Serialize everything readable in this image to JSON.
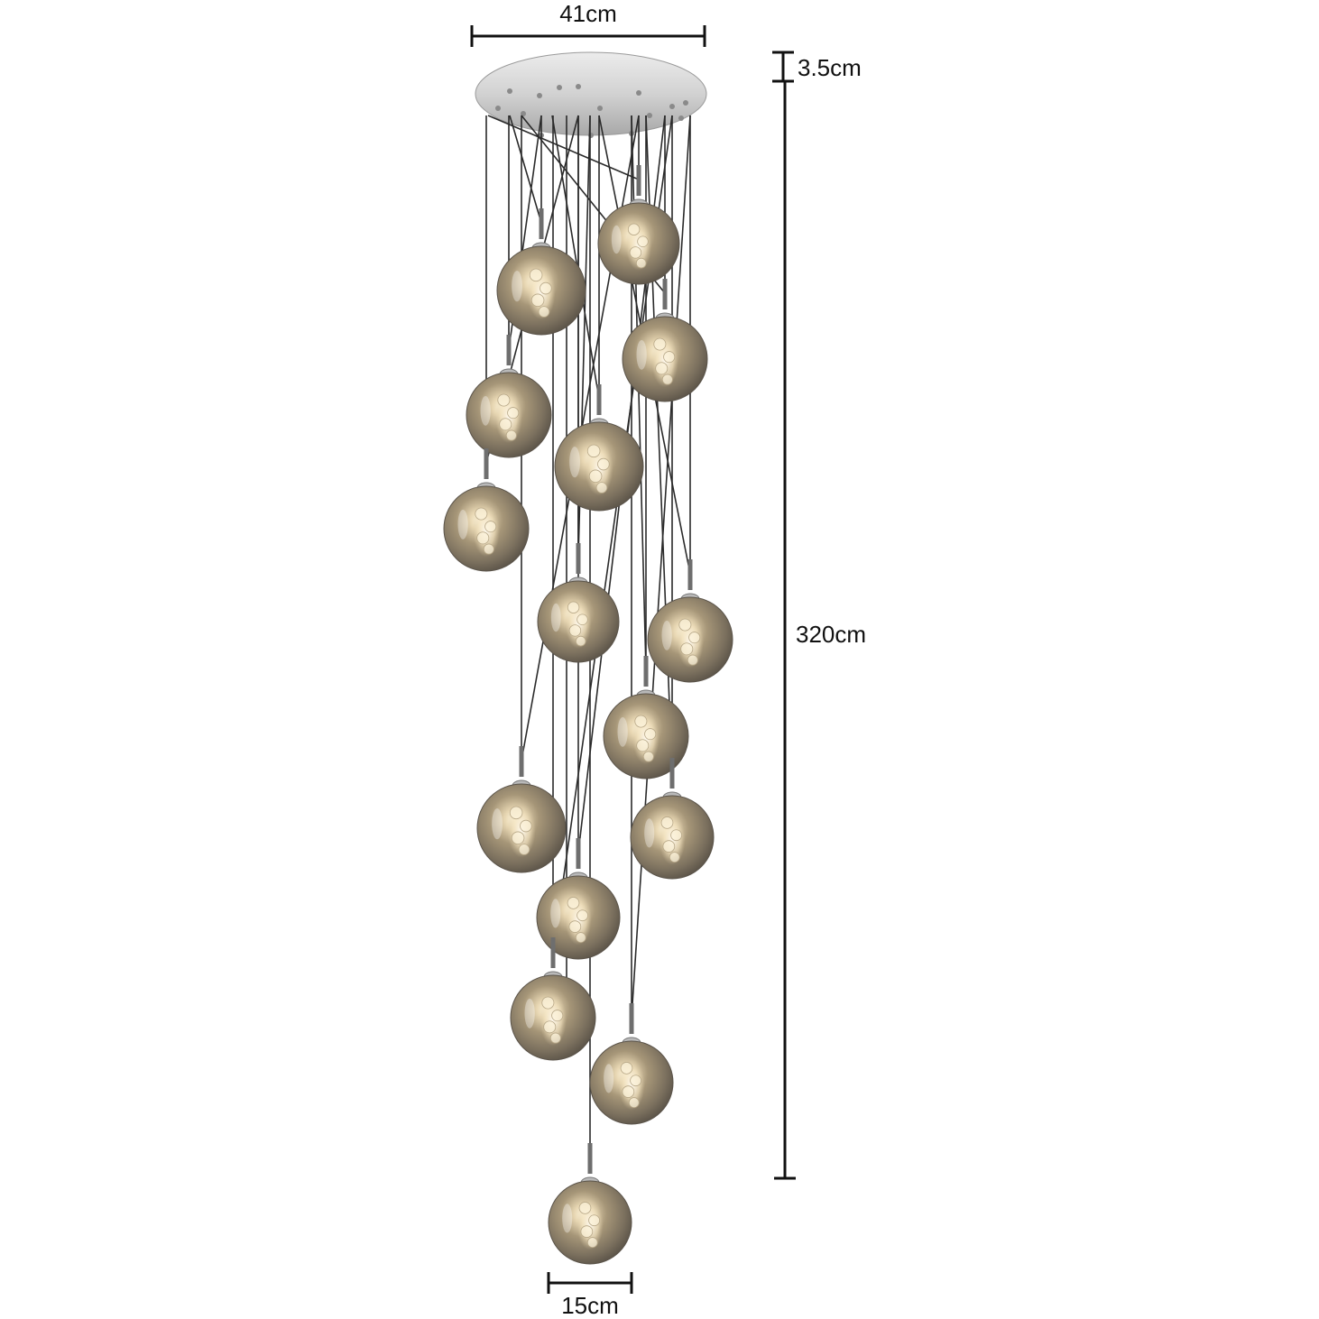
{
  "dimensions": {
    "canopy_diameter": "41cm",
    "canopy_height": "3.5cm",
    "total_drop": "320cm",
    "globe_diameter": "15cm"
  },
  "colors": {
    "globe_glass": "#8a7e6a",
    "globe_highlight": "#fff3d6",
    "canopy": "#c9c9c9",
    "cable": "#2a2a2a",
    "dimension_line": "#111111"
  },
  "globe_count": 15
}
